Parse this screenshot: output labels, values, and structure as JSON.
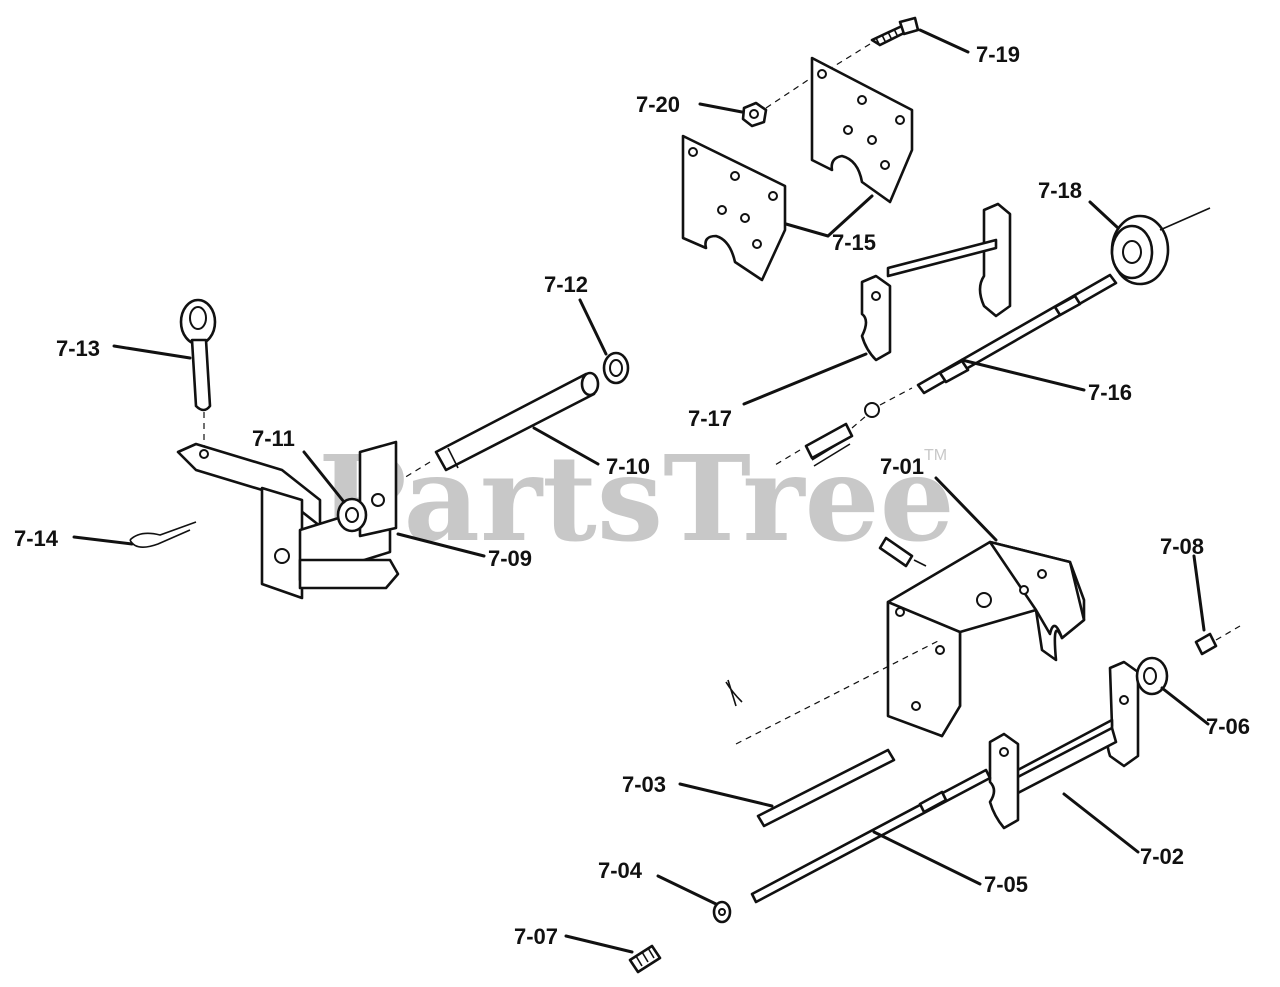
{
  "watermark": {
    "text": "PartsTree",
    "trademark": "TM"
  },
  "callouts": {
    "p701": "7-01",
    "p702": "7-02",
    "p703": "7-03",
    "p704": "7-04",
    "p705": "7-05",
    "p706": "7-06",
    "p707": "7-07",
    "p708": "7-08",
    "p709": "7-09",
    "p710": "7-10",
    "p711": "7-11",
    "p712": "7-12",
    "p713": "7-13",
    "p714": "7-14",
    "p715": "7-15",
    "p716": "7-16",
    "p717": "7-17",
    "p718": "7-18",
    "p719": "7-19",
    "p720": "7-20"
  }
}
